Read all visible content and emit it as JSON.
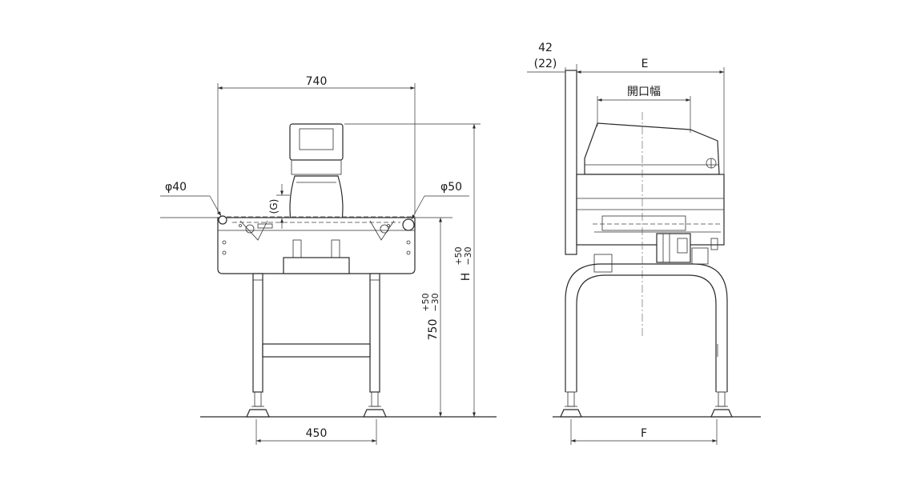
{
  "dimensions": {
    "width_740": "740",
    "leg_span_450": "450",
    "roller_left": "φ40",
    "roller_right": "φ50",
    "gap_g": "(G)",
    "height_750": "750",
    "height_750_tol_plus": "+50",
    "height_750_tol_minus": "−30",
    "height_h": "H",
    "height_h_tol_plus": "+50",
    "height_h_tol_minus": "−30",
    "offset_42": "42",
    "offset_22": "(22)",
    "dim_e": "E",
    "dim_f": "F",
    "opening_width": "開口幅"
  }
}
